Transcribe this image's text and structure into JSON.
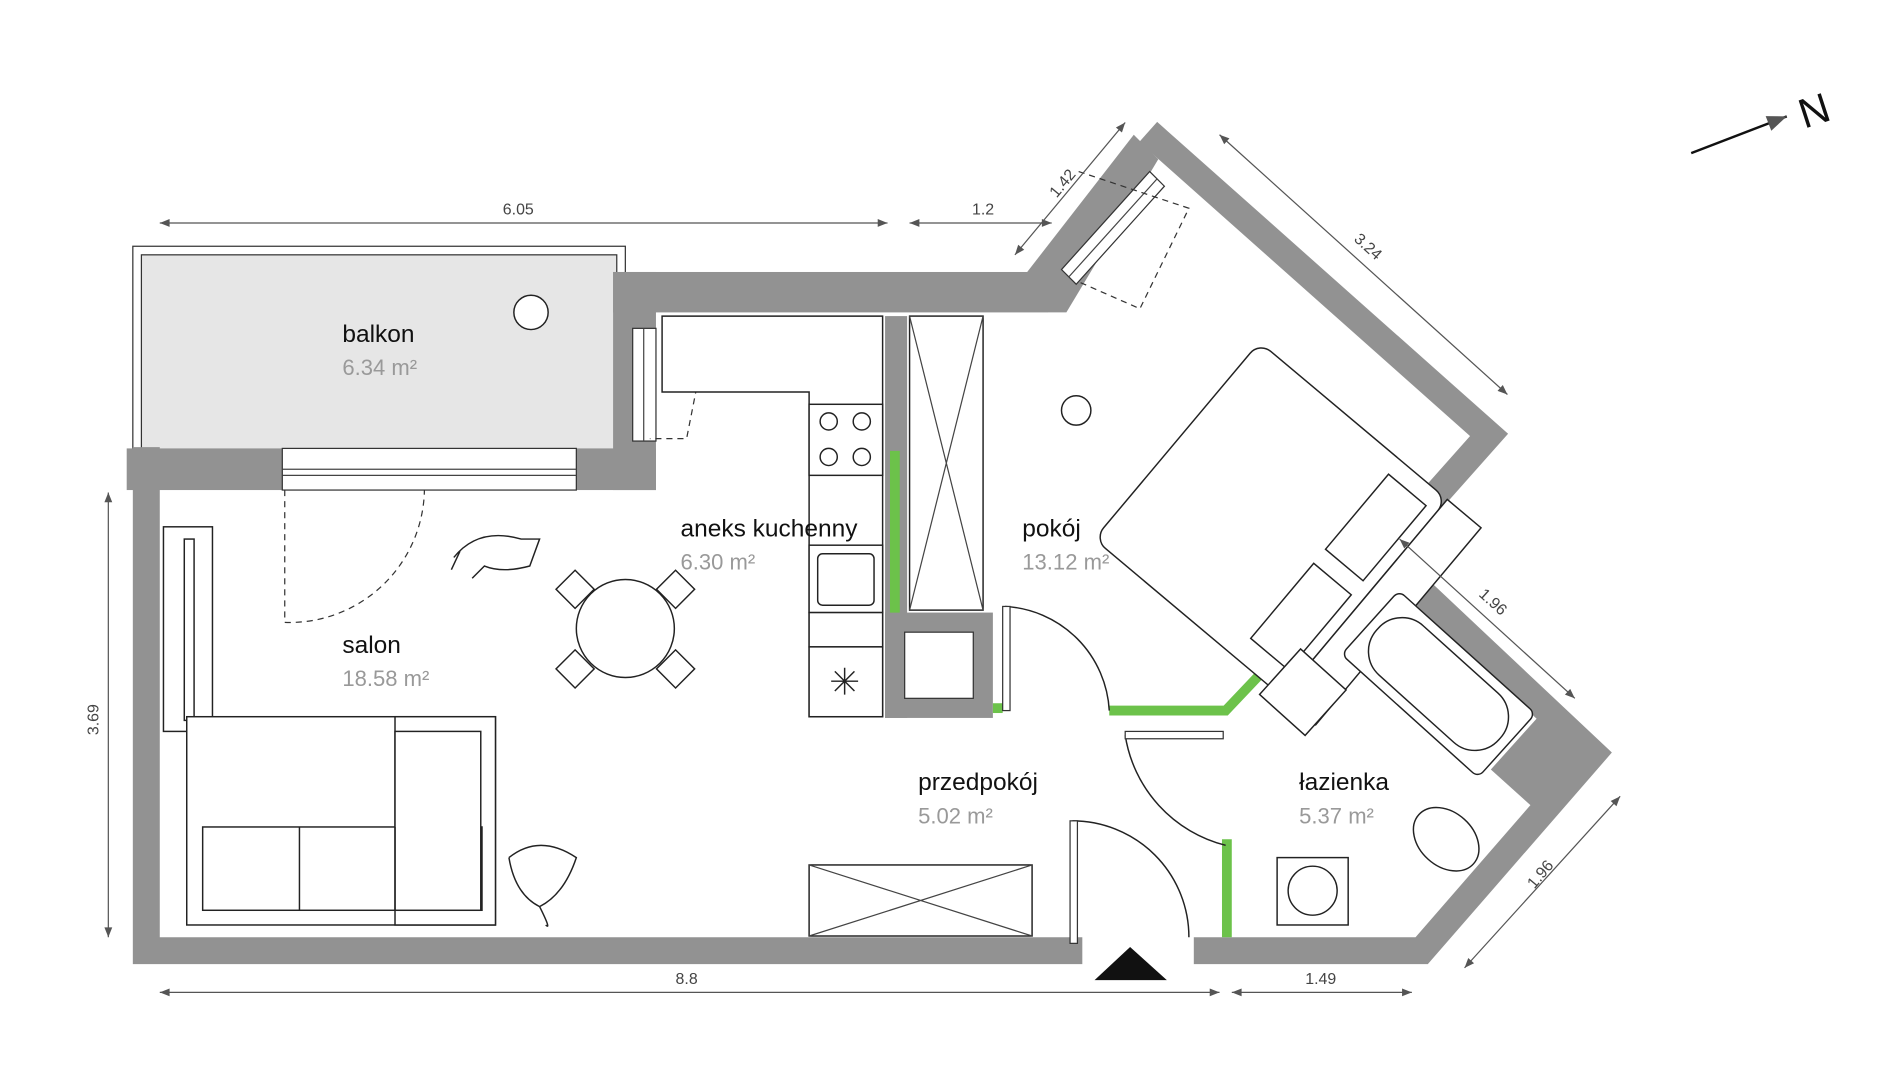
{
  "plan": {
    "compass_label": "N",
    "rooms": [
      {
        "id": "balkon",
        "name": "balkon",
        "area": "6.34 m²"
      },
      {
        "id": "salon",
        "name": "salon",
        "area": "18.58 m²"
      },
      {
        "id": "aneks",
        "name": "aneks kuchenny",
        "area": "6.30 m²"
      },
      {
        "id": "pokoj",
        "name": "pokój",
        "area": "13.12 m²"
      },
      {
        "id": "przedpokoj",
        "name": "przedpokój",
        "area": "5.02 m²"
      },
      {
        "id": "lazienka",
        "name": "łazienka",
        "area": "5.37 m²"
      }
    ],
    "dimensions": {
      "top_balcony": "6.05",
      "top_small": "1.2",
      "window_diag": "1.42",
      "right_diag": "3.24",
      "bath_diag": "1.96",
      "bath_lower_diag": "1.96",
      "left_height": "3.69",
      "bottom_total": "8.8",
      "bottom_bath": "1.49"
    },
    "colors": {
      "wall": "#929292",
      "new_wall": "#6cc24a",
      "balcony": "#e6e6e6"
    }
  }
}
